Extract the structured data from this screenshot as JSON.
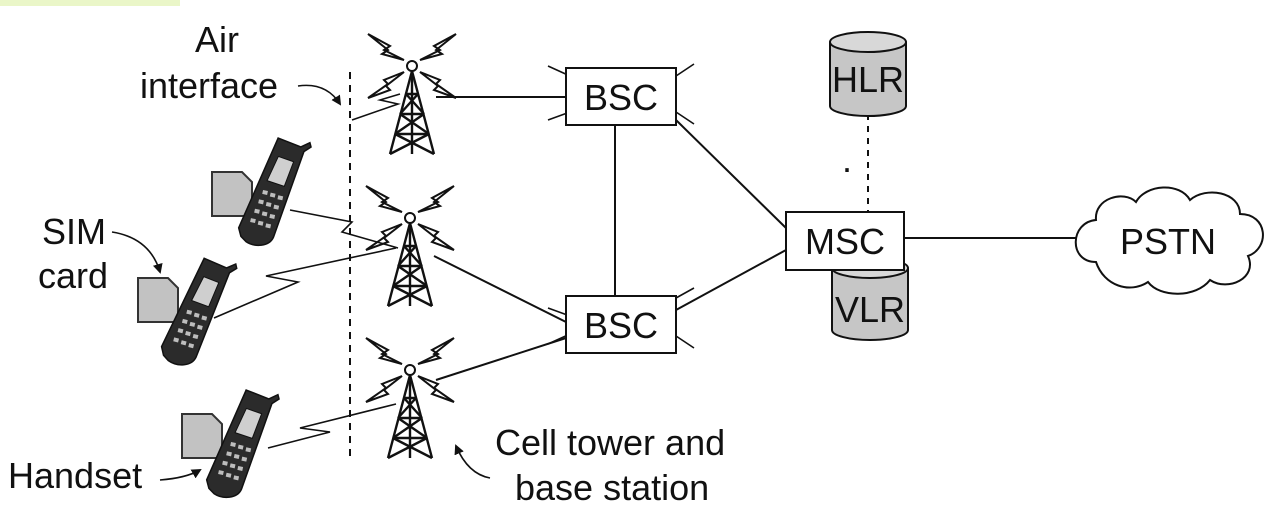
{
  "colors": {
    "ink": "#111111",
    "db_fill": "#c6c6c6",
    "sim_fill": "#c2c2c2",
    "phone": "#2b2b2b",
    "corner_mark": "#eaf6c8"
  },
  "labels": {
    "air_interface_1": "Air",
    "air_interface_2": "interface",
    "sim_card_1": "SIM",
    "sim_card_2": "card",
    "handset": "Handset",
    "cell_tower_1": "Cell tower and",
    "cell_tower_2": "base station",
    "dot": "."
  },
  "nodes": {
    "bsc_top": "BSC",
    "bsc_bottom": "BSC",
    "msc": "MSC",
    "hlr": "HLR",
    "vlr": "VLR",
    "pstn": "PSTN"
  },
  "icons": {
    "tower": "cell-tower-icon",
    "handset": "mobile-phone-icon",
    "sim": "sim-card-icon",
    "database": "database-cylinder-icon",
    "cloud": "cloud-icon"
  }
}
